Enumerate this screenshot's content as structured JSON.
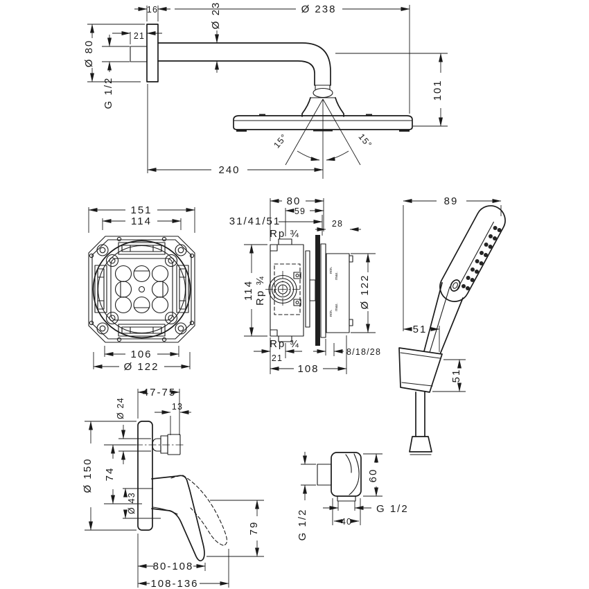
{
  "parts": {
    "overhead": {
      "dims": {
        "plate_thickness": "16",
        "arm_diameter": "Ø 23",
        "head_diameter": "Ø 238",
        "thread_length": "21",
        "plate_diameter": "Ø 80",
        "thread_size": "G 1/2",
        "head_height": "101",
        "arm_reach": "240",
        "tilt_left": "15°",
        "tilt_right": "15°"
      }
    },
    "ibox_front": {
      "dims": {
        "flange_width": "151",
        "mount_width": "114",
        "inner_width": "106",
        "diameter": "Ø 122"
      }
    },
    "ibox_side": {
      "dims": {
        "depth": "80",
        "body_depth": "59",
        "install_depth_range": "31/41/51",
        "front_depth": "28",
        "conn_top": "Rp ¾",
        "conn_side": "Rp ¾",
        "conn_bottom": "Rp ¾",
        "height": "114",
        "sleeve_diameter": "Ø 122",
        "bottom_offset": "21",
        "finish_depth_range": "8/18/28",
        "width": "108"
      },
      "labels": {
        "min": "min.",
        "max": "max."
      }
    },
    "hand_shower": {
      "dims": {
        "head_width": "89",
        "holder_offset": "51",
        "holder_height": "51"
      }
    },
    "mixer": {
      "dims": {
        "spindle_depth_range": "47-75",
        "spindle_diameter": "Ø 24",
        "knob_length": "13",
        "escutcheon_diameter": "Ø 150",
        "axis_distance": "74",
        "hub_diameter": "Ø 43",
        "lever_length": "79",
        "install_depth_1": "80-108",
        "install_depth_2": "108-136"
      }
    },
    "outlet": {
      "dims": {
        "height": "60",
        "inlet_thread": "G 1/2",
        "outlet_thread": "G 1/2",
        "width": "40"
      }
    }
  }
}
